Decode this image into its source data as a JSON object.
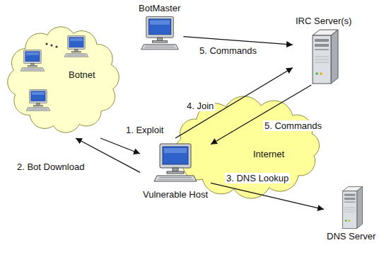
{
  "diagram": {
    "nodes": [
      {
        "text": [
          "BotMaster"
        ]
      },
      {
        "text": [
          "IRC Server(s)"
        ]
      },
      {
        "text": [
          "Botnet"
        ]
      },
      {
        "text": [
          "Internet"
        ]
      },
      {
        "text": [
          "Vulnerable Host"
        ]
      },
      {
        "text": [
          "DNS Server"
        ]
      }
    ],
    "edges": [
      {
        "from": 2,
        "to": 4,
        "label": "1. Exploit",
        "arrow": "to"
      },
      {
        "from": 4,
        "to": 2,
        "label": "2. Bot Download",
        "arrow": "to"
      },
      {
        "from": 4,
        "to": 5,
        "label": "3. DNS Lookup",
        "arrow": "to"
      },
      {
        "from": 4,
        "to": 1,
        "label": "4. Join",
        "arrow": "to"
      },
      {
        "from": 0,
        "to": 1,
        "label": "5. Commands",
        "arrow": "to"
      },
      {
        "from": 1,
        "to": 4,
        "label": "5. Commands",
        "arrow": "to"
      }
    ]
  }
}
